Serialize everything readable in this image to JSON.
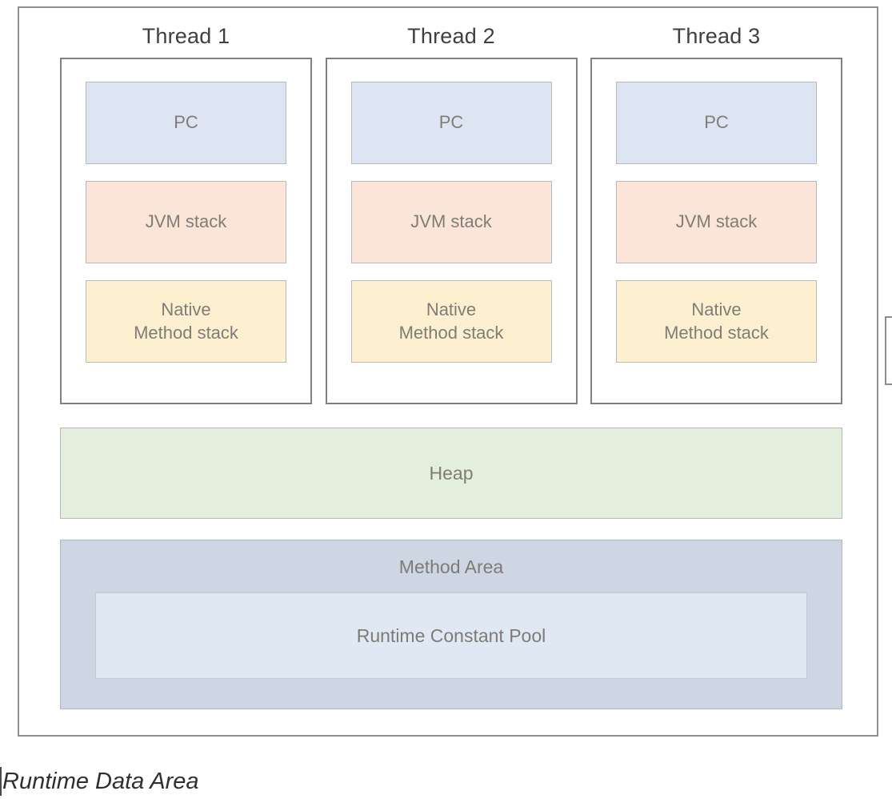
{
  "diagram": {
    "caption": "Runtime Data Area",
    "threads": [
      {
        "header": "Thread 1",
        "regions": [
          {
            "label": "PC",
            "kind": "pc",
            "color": "#dde5f2"
          },
          {
            "label": "JVM stack",
            "kind": "jvm-stack",
            "color": "#fae5d8"
          },
          {
            "label": "Native\nMethod stack",
            "kind": "native-method-stack",
            "color": "#fcf0d0"
          }
        ]
      },
      {
        "header": "Thread 2",
        "regions": [
          {
            "label": "PC",
            "kind": "pc",
            "color": "#dde5f2"
          },
          {
            "label": "JVM stack",
            "kind": "jvm-stack",
            "color": "#fae5d8"
          },
          {
            "label": "Native\nMethod stack",
            "kind": "native-method-stack",
            "color": "#fcf0d0"
          }
        ]
      },
      {
        "header": "Thread 3",
        "regions": [
          {
            "label": "PC",
            "kind": "pc",
            "color": "#dde5f2"
          },
          {
            "label": "JVM stack",
            "kind": "jvm-stack",
            "color": "#fae5d8"
          },
          {
            "label": "Native\nMethod stack",
            "kind": "native-method-stack",
            "color": "#fcf0d0"
          }
        ]
      }
    ],
    "heap": {
      "label": "Heap",
      "color": "#e4eedc"
    },
    "method_area": {
      "label": "Method Area",
      "color": "#ced5e3",
      "runtime_constant_pool": {
        "label": "Runtime Constant Pool",
        "color": "#e0e8f4"
      }
    }
  }
}
